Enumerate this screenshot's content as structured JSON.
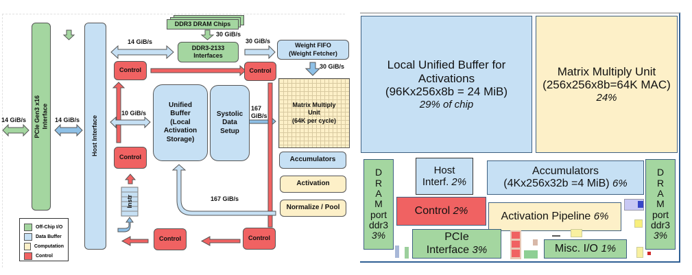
{
  "block_diagram": {
    "dram_chips": "DDR3 DRAM Chips",
    "ddr_interfaces": "DDR3-2133\nInterfaces",
    "weight_fifo": "Weight FIFO\n(Weight Fetcher)",
    "pcie_interface": "PCIe Gen3 x16\nInterface",
    "host_interface": "Host Interface",
    "unified_buffer": "Unified\nBuffer\n(Local\nActivation\nStorage)",
    "systolic_setup": "Systolic\nData\nSetup",
    "mmu": "Matrix Multiply\nUnit\n(64K per cycle)",
    "accumulators": "Accumulators",
    "activation": "Activation",
    "normalize_pool": "Normalize / Pool",
    "instr": "Instr",
    "control_label": "Control",
    "bandwidths": {
      "pcie_external": "14 GiB/s",
      "pcie_to_host": "14 GiB/s",
      "host_to_ddr": "14 GiB/s",
      "dram_to_ddr": "30 GiB/s",
      "ddr_to_fifo": "30 GiB/s",
      "fifo_to_mmu": "30 GiB/s",
      "host_to_ub": "10 GiB/s",
      "systolic_to_mmu": "167\nGiB/s",
      "pool_to_ub": "167 GiB/s"
    },
    "legend": [
      {
        "label": "Off-Chip I/O",
        "color": "#a4d6a0"
      },
      {
        "label": "Data Buffer",
        "color": "#c6e0f4"
      },
      {
        "label": "Computation",
        "color": "#fdf0c8"
      },
      {
        "label": "Control",
        "color": "#f06262"
      }
    ]
  },
  "floorplan": {
    "unified_buffer": {
      "title": "Local Unified Buffer for\nActivations\n(96Kx256x8b = 24 MiB)",
      "pct": "29% of chip"
    },
    "mmu": {
      "title": "Matrix Multiply Unit\n(256x256x8b=64K MAC)",
      "pct": "24%"
    },
    "dram_left": {
      "title": "D\nR\nA\nM\nport\nddr3",
      "pct": "3%"
    },
    "dram_right": {
      "title": "D\nR\nA\nM\nport\nddr3",
      "pct": "3%"
    },
    "host": {
      "title": "Host\nInterf.",
      "pct": "2%"
    },
    "accumulators": {
      "title": "Accumulators\n(4Kx256x32b =4 MiB)",
      "pct": "6%"
    },
    "control": {
      "title": "Control",
      "pct": "2%"
    },
    "activation_pipeline": {
      "title": "Activation Pipeline",
      "pct": "6%"
    },
    "pcie": {
      "title": "PCIe\nInterface",
      "pct": "3%"
    },
    "misc_io": {
      "title": "Misc. I/O",
      "pct": "1%"
    }
  }
}
